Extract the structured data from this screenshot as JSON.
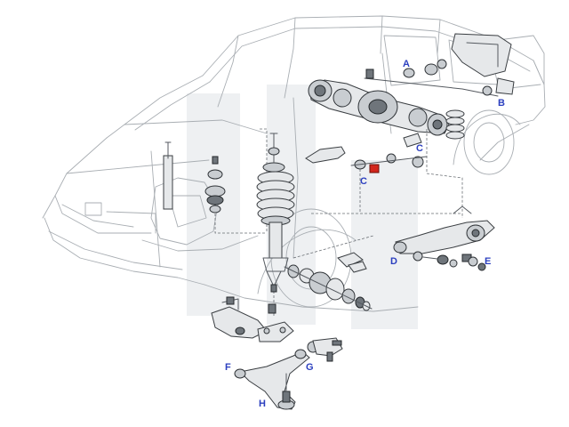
{
  "diagram": {
    "callouts": [
      {
        "id": "A",
        "text": "A"
      },
      {
        "id": "B",
        "text": "B"
      },
      {
        "id": "C1",
        "text": "C"
      },
      {
        "id": "C2",
        "text": "C"
      },
      {
        "id": "D",
        "text": "D"
      },
      {
        "id": "E",
        "text": "E"
      },
      {
        "id": "F",
        "text": "F"
      },
      {
        "id": "G",
        "text": "G"
      },
      {
        "id": "H",
        "text": "H"
      }
    ],
    "colors": {
      "callout_text": "#2b3fbf",
      "highlight_bushing": "#d2261c",
      "line_art": "#555a60",
      "body_outline": "#a9aeb3",
      "background": "#ffffff"
    }
  }
}
